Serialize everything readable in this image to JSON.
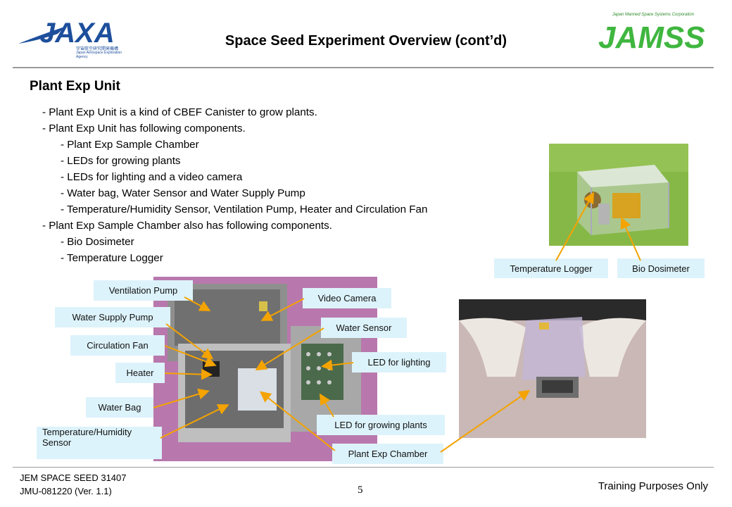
{
  "header": {
    "title": "Space Seed Experiment Overview (cont’d)",
    "left_logo": {
      "text": "JAXA",
      "sub_jp": "宇宙航空研究開発機構",
      "sub_en": "Japan Aerospace Exploration Agency",
      "color": "#1d4f9c"
    },
    "right_logo": {
      "text": "JAMSS",
      "tagline": "Japan Manned Space Systems Corporation",
      "color": "#3fb63f"
    }
  },
  "section": {
    "heading": "Plant Exp Unit"
  },
  "bullets": [
    {
      "text": "- Plant Exp Unit is a kind of CBEF Canister to grow plants.",
      "level": 0
    },
    {
      "text": "- Plant Exp Unit has following components.",
      "level": 0
    },
    {
      "text": "- Plant Exp Sample Chamber",
      "level": 1
    },
    {
      "text": "- LEDs for growing plants",
      "level": 1
    },
    {
      "text": "- LEDs for lighting and a video camera",
      "level": 1
    },
    {
      "text": "- Water bag, Water Sensor and Water Supply Pump",
      "level": 1
    },
    {
      "text": "- Temperature/Humidity Sensor, Ventilation Pump, Heater and Circulation Fan",
      "level": 1
    },
    {
      "text": "- Plant Exp Sample Chamber also has following components.",
      "level": 0
    },
    {
      "text": "- Bio Dosimeter",
      "level": 1
    },
    {
      "text": "- Temperature Logger",
      "level": 1
    }
  ],
  "labels": {
    "temperature_logger": "Temperature Logger",
    "bio_dosimeter": "Bio Dosimeter",
    "ventilation_pump": "Ventilation Pump",
    "water_supply_pump": "Water Supply Pump",
    "circulation_fan": "Circulation Fan",
    "heater": "Heater",
    "water_bag": "Water Bag",
    "temp_humidity_sensor_line1": "Temperature/Humidity",
    "temp_humidity_sensor_line2": "Sensor",
    "video_camera": "Video Camera",
    "water_sensor": "Water Sensor",
    "led_lighting": "LED for lighting",
    "led_growing": "LED for growing plants",
    "plant_exp_chamber": "Plant Exp Chamber"
  },
  "footer": {
    "line1": "JEM SPACE SEED 31407",
    "line2": "JMU-081220 (Ver. 1.1)",
    "page": "5",
    "right": "Training Purposes Only"
  },
  "colors": {
    "label_bg": "#ddf3fb",
    "arrow": "#f4a300",
    "rule": "#9a9a9a"
  }
}
